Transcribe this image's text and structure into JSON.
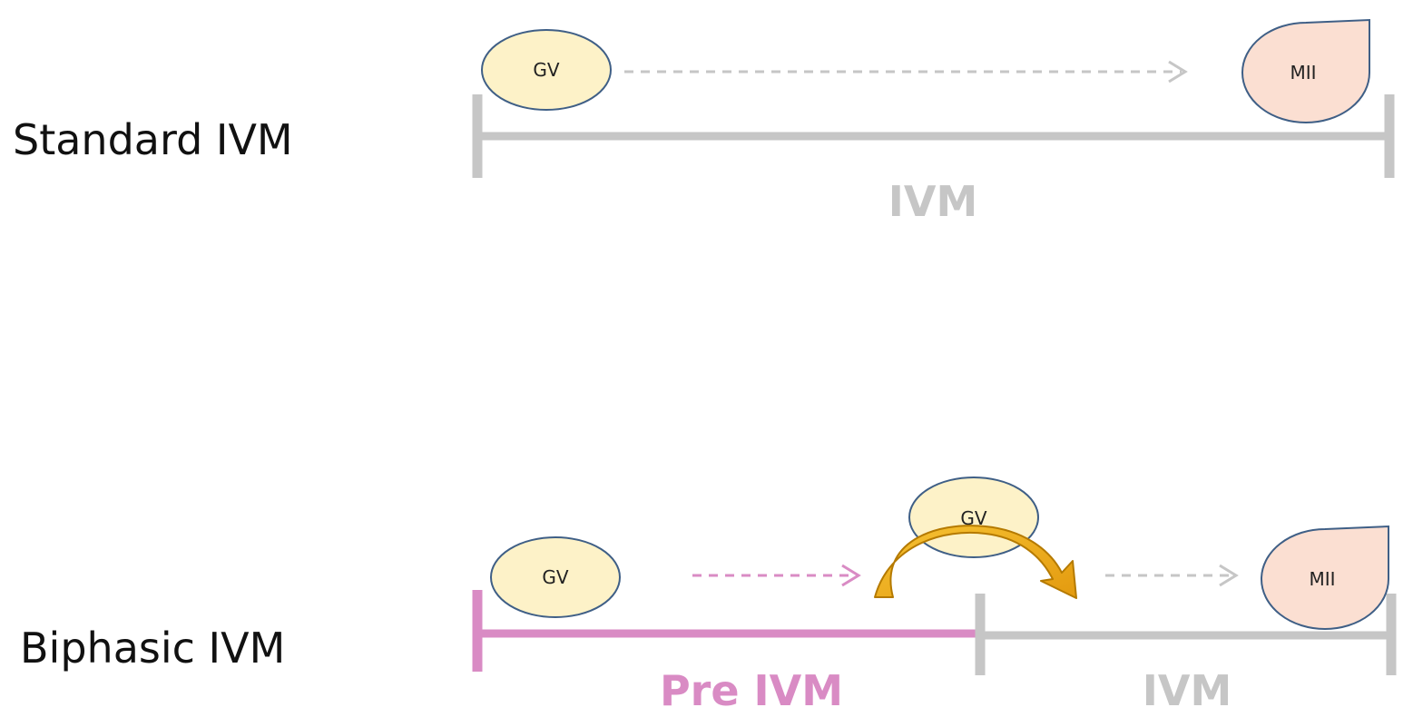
{
  "colors": {
    "gv_fill": "#fdf2c8",
    "mii_fill": "#fbdfd2",
    "node_stroke": "#3f5f86",
    "ivm_gray": "#c6c6c6",
    "pre_ivm_pink": "#d98bc4",
    "transfer_arrow": "#e9a51a",
    "transfer_arrow_dark": "#b57a00"
  },
  "standard": {
    "row_label": "Standard IVM",
    "start_node": "GV",
    "end_node": "MII",
    "phase_label": "IVM"
  },
  "biphasic": {
    "row_label": "Biphasic IVM",
    "start_node": "GV",
    "transfer_node": "GV",
    "end_node": "MII",
    "pre_phase_label": "Pre IVM",
    "phase_label": "IVM"
  }
}
